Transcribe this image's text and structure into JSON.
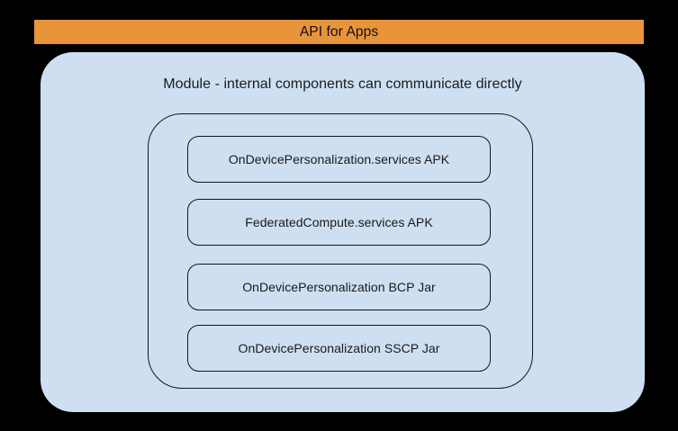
{
  "diagram": {
    "background_color": "#000000",
    "api_bar": {
      "label": "API for Apps",
      "color": "#e8943b",
      "text_color": "#111111"
    },
    "module": {
      "caption": "Module - internal components can communicate directly",
      "color": "#cedff2",
      "border_color": "#13161a"
    },
    "internal_group": {
      "border_color": "#13161a"
    },
    "components": [
      {
        "label": "OnDevicePersonalization.services APK"
      },
      {
        "label": "FederatedCompute.services APK"
      },
      {
        "label": "OnDevicePersonalization BCP Jar"
      },
      {
        "label": "OnDevicePersonalization SSCP Jar"
      }
    ]
  }
}
